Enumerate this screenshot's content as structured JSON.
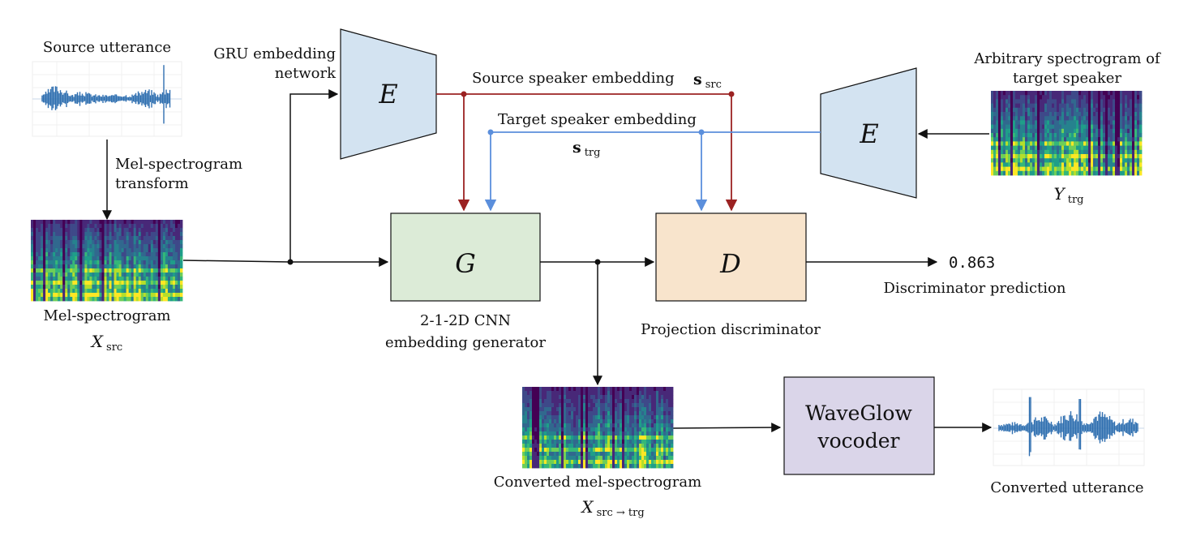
{
  "colors": {
    "source_embedding": "#9b2222",
    "target_embedding": "#5b8fdc",
    "main_flow": "#111111",
    "encoder_fill": "#d3e3f1",
    "generator_fill": "#dcebd7",
    "discriminator_fill": "#f8e4cc",
    "vocoder_fill": "#dad5e9",
    "spectrogram_colormap": "viridis",
    "waveform": "#2f6fb0"
  },
  "source": {
    "title": "Source utterance",
    "transform_line1": "Mel-spectrogram",
    "transform_line2": "transform",
    "spec_label": "Mel-spectrogram",
    "symbol": "X",
    "symbol_sub": "src"
  },
  "encoder_src": {
    "label_line1": "GRU embedding",
    "label_line2": "network",
    "symbol": "E"
  },
  "encoder_trg": {
    "symbol": "E"
  },
  "source_embedding": {
    "label": "Source speaker embedding",
    "symbol": "s",
    "symbol_sub": "src"
  },
  "target_embedding": {
    "label": "Target speaker embedding",
    "symbol": "s",
    "symbol_sub": "trg"
  },
  "target": {
    "title_line1": "Arbitrary spectrogram of",
    "title_line2": "target speaker",
    "symbol": "Y",
    "symbol_sub": "trg"
  },
  "generator": {
    "symbol": "G",
    "label_line1": "2-1-2D CNN",
    "label_line2": "embedding generator"
  },
  "discriminator": {
    "symbol": "D",
    "label": "Projection discriminator",
    "prediction_value": "0.863",
    "prediction_label": "Discriminator prediction"
  },
  "converted": {
    "spec_label": "Converted mel-spectrogram",
    "symbol": "X",
    "symbol_sub": "src → trg"
  },
  "vocoder": {
    "label_line1": "WaveGlow",
    "label_line2": "vocoder"
  },
  "output": {
    "label": "Converted utterance"
  }
}
